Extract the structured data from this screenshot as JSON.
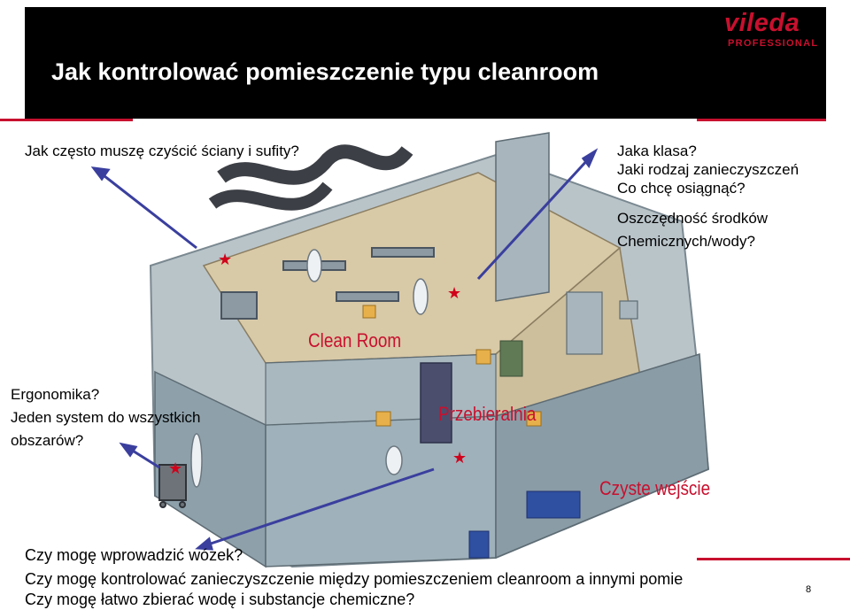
{
  "slide": {
    "title": "Jak kontrolować pomieszczenie typu cleanroom",
    "page_number": "8"
  },
  "logo": {
    "brand": "vileda",
    "subtitle": "PROFESSIONAL",
    "color": "#c8102e"
  },
  "questions": {
    "walls": "Jak często muszę czyścić ściany i sufity?",
    "right_block": [
      "Jaka klasa?",
      "Jaki rodzaj zanieczyszczeń",
      "Co chcę osiągnąć?",
      "Oszczędność środków",
      "Chemicznych/wody?"
    ],
    "ergonomics": [
      "Ergonomika?",
      "Jeden system do wszystkich",
      "obszarów?"
    ],
    "bottom": [
      "Czy mogę wprowadzić wózek?",
      "Czy mogę kontrolować zanieczyszczenie między pomieszczeniem cleanroom a innymi pomie",
      "Czy mogę łatwo zbierać wodę i substancje chemiczne?"
    ]
  },
  "labels": {
    "clean_room": "Clean Room",
    "changing_room": "Przebieralnia",
    "clean_entry": "Czyste wejście"
  },
  "colors": {
    "accent_red": "#c8102e",
    "arrow_blue": "#3a3f9e",
    "title_bg": "#000000"
  }
}
